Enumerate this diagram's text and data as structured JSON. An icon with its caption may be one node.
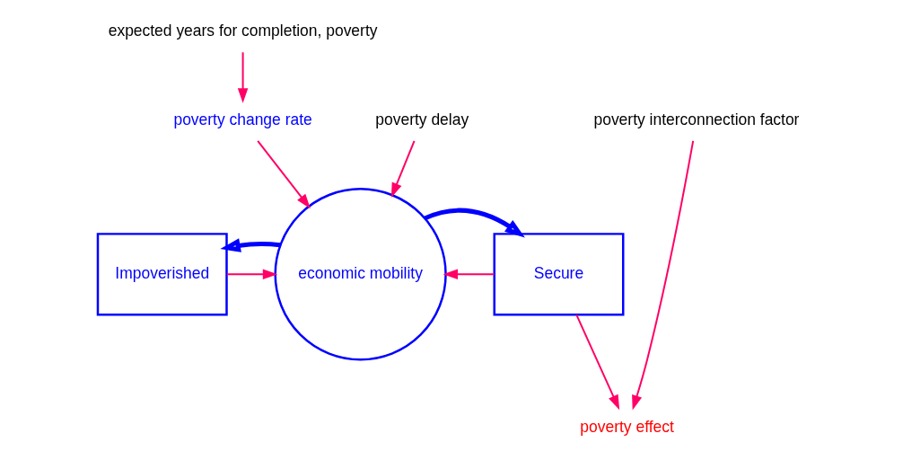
{
  "diagram": {
    "nodes": [
      {
        "text": [
          "expected years for completion, poverty"
        ]
      },
      {
        "text": [
          "poverty change rate"
        ]
      },
      {
        "text": [
          "poverty delay"
        ]
      },
      {
        "text": [
          "Impoverished"
        ]
      },
      {
        "text": [
          "economic mobility"
        ]
      },
      {
        "text": [
          "Secure"
        ]
      },
      {
        "text": [
          "poverty interconnection factor"
        ]
      },
      {
        "text": [
          "poverty effect"
        ]
      }
    ],
    "edges": [
      {
        "from": 0,
        "to": 1,
        "arrow": "to"
      },
      {
        "from": 1,
        "to": 4,
        "arrow": "to"
      },
      {
        "from": 2,
        "to": 4,
        "arrow": "to"
      },
      {
        "from": 3,
        "to": 4,
        "arrow": "to"
      },
      {
        "from": 5,
        "to": 4,
        "arrow": "to"
      },
      {
        "from": 4,
        "to": 3,
        "arrow": "to",
        "style": "thick",
        "color": "#0000ff"
      },
      {
        "from": 4,
        "to": 5,
        "arrow": "to",
        "style": "thick",
        "color": "#0000ff"
      },
      {
        "from": 5,
        "to": 7,
        "arrow": "to"
      },
      {
        "from": 6,
        "to": 7,
        "arrow": "to"
      }
    ]
  }
}
